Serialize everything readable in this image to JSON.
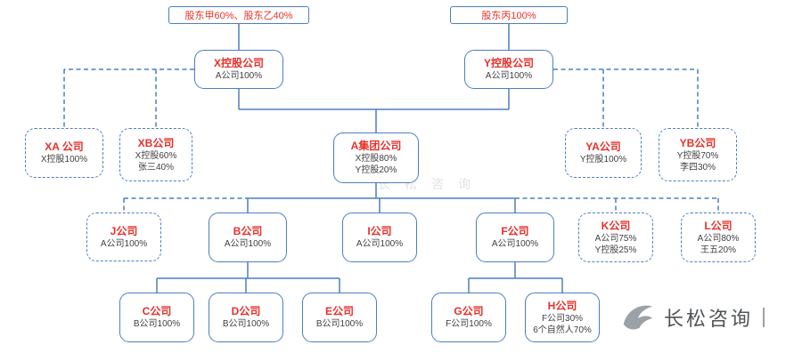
{
  "colors": {
    "line": "#4d7ebf",
    "red": "#e8302a",
    "sub": "#3f3f3f",
    "brand": "#63686c"
  },
  "shareholder_boxes": {
    "left": "股东甲60%、股东乙40%",
    "right": "股东丙100%"
  },
  "nodes": {
    "x_holding": {
      "title": "X控股公司",
      "sub1": "A公司100%"
    },
    "y_holding": {
      "title": "Y控股公司",
      "sub1": "A公司100%"
    },
    "xa": {
      "title": "XA 公司",
      "sub1": "X控股100%"
    },
    "xb": {
      "title": "XB公司",
      "sub1": "X控股60%",
      "sub2": "张三40%"
    },
    "a_group": {
      "title": "A集团公司",
      "sub1": "X控股80%",
      "sub2": "Y控股20%"
    },
    "ya": {
      "title": "YA公司",
      "sub1": "Y控股100%"
    },
    "yb": {
      "title": "YB公司",
      "sub1": "Y控股70%",
      "sub2": "李四30%"
    },
    "j": {
      "title": "J公司",
      "sub1": "A公司100%"
    },
    "b": {
      "title": "B公司",
      "sub1": "A公司100%"
    },
    "i": {
      "title": "I公司",
      "sub1": "A公司100%"
    },
    "f": {
      "title": "F公司",
      "sub1": "A公司100%"
    },
    "k": {
      "title": "K公司",
      "sub1": "A公司75%",
      "sub2": "Y控股25%"
    },
    "l": {
      "title": "L公司",
      "sub1": "A公司80%",
      "sub2": "王五20%"
    },
    "c": {
      "title": "C公司",
      "sub1": "B公司100%"
    },
    "d": {
      "title": "D公司",
      "sub1": "B公司100%"
    },
    "e": {
      "title": "E公司",
      "sub1": "B公司100%"
    },
    "g": {
      "title": "G公司",
      "sub1": "F公司100%"
    },
    "h": {
      "title": "H公司",
      "sub1": "F公司30%",
      "sub2": "6个自然人70%"
    }
  },
  "watermark": {
    "brand": "长松咨询"
  }
}
